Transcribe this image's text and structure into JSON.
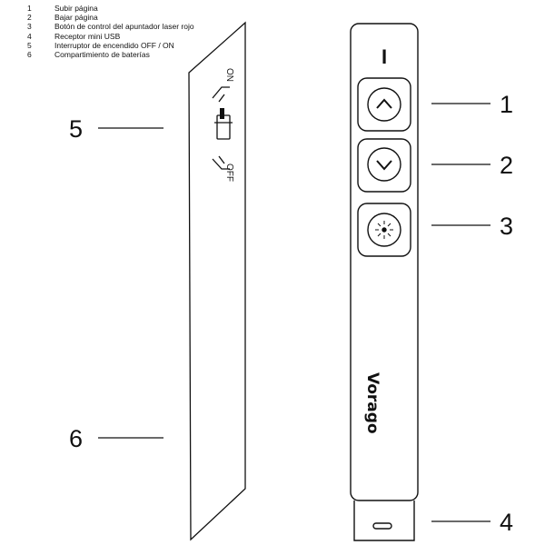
{
  "legend": {
    "items": [
      {
        "num": "1",
        "text": "Subir página"
      },
      {
        "num": "2",
        "text": "Bajar página"
      },
      {
        "num": "3",
        "text": "Botón de control del apuntador laser rojo"
      },
      {
        "num": "4",
        "text": "Receptor mini USB"
      },
      {
        "num": "5",
        "text": "Interruptor de encendido OFF / ON"
      },
      {
        "num": "6",
        "text": "Compartimiento de baterías"
      }
    ]
  },
  "side_view": {
    "switch_on_label": "ON",
    "switch_off_label": "OFF"
  },
  "front_view": {
    "top_mark": "I",
    "logo": "Vorago",
    "buttons": [
      {
        "name": "page-up",
        "icon": "chevron-up-icon"
      },
      {
        "name": "page-down",
        "icon": "chevron-down-icon"
      },
      {
        "name": "laser",
        "icon": "laser-burst-icon"
      }
    ]
  },
  "callouts": {
    "c1": "1",
    "c2": "2",
    "c3": "3",
    "c4": "4",
    "c5": "5",
    "c6": "6"
  },
  "colors": {
    "stroke": "#111111",
    "background": "#ffffff"
  }
}
